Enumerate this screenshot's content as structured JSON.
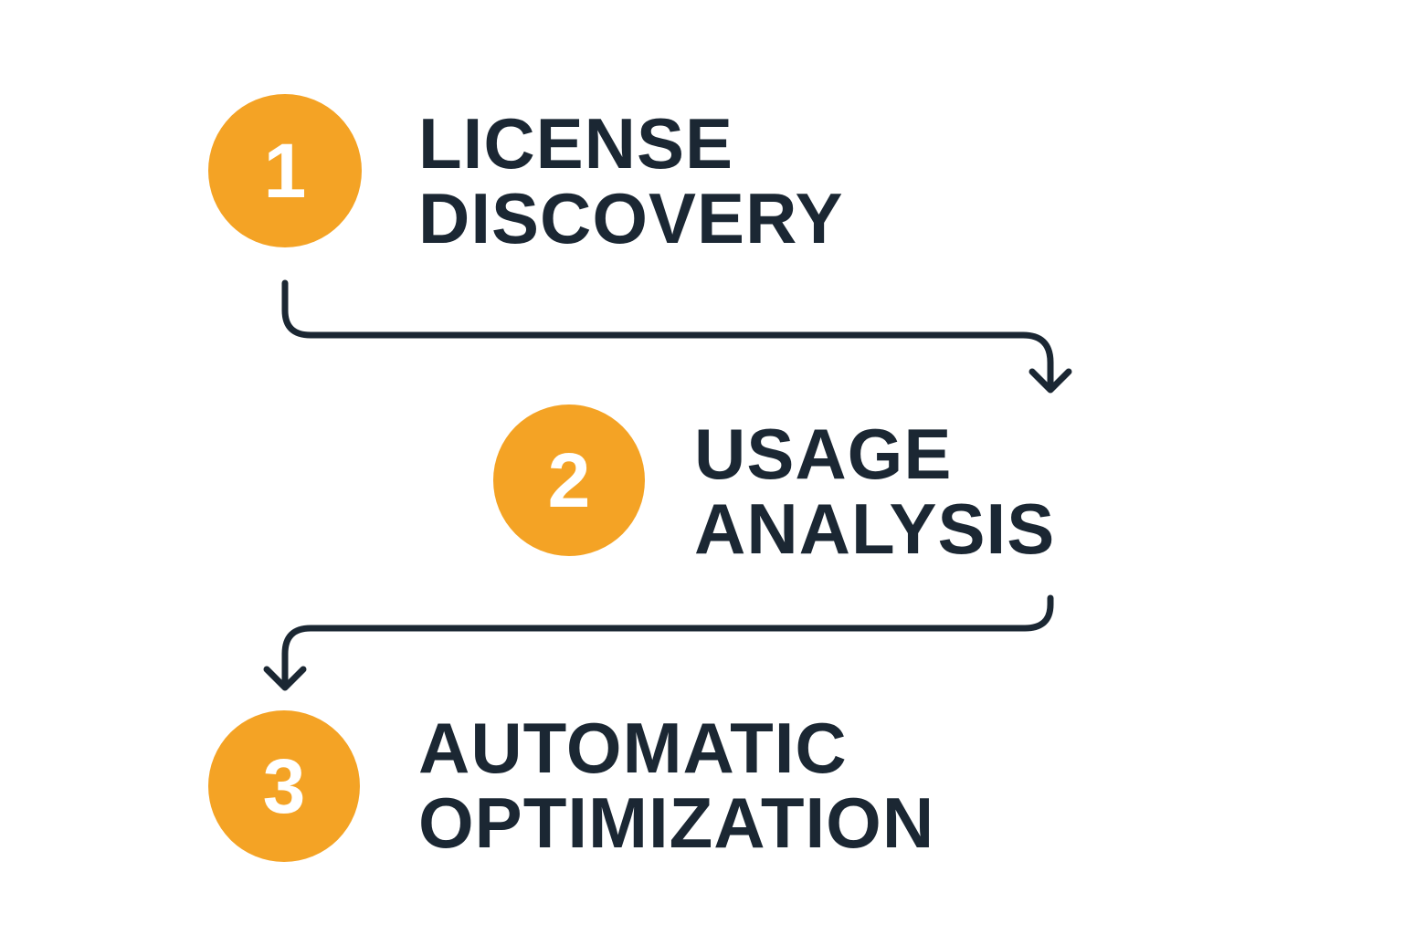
{
  "colors": {
    "accent": "#F4A325",
    "text": "#1B2733",
    "background": "#FFFFFF"
  },
  "steps": [
    {
      "number": "1",
      "line1": "LICENSE",
      "line2": "DISCOVERY"
    },
    {
      "number": "2",
      "line1": "USAGE",
      "line2": "ANALYSIS"
    },
    {
      "number": "3",
      "line1": "AUTOMATIC",
      "line2": "OPTIMIZATION"
    }
  ],
  "connectors": [
    {
      "from": "1",
      "to": "2"
    },
    {
      "from": "2",
      "to": "3"
    }
  ]
}
